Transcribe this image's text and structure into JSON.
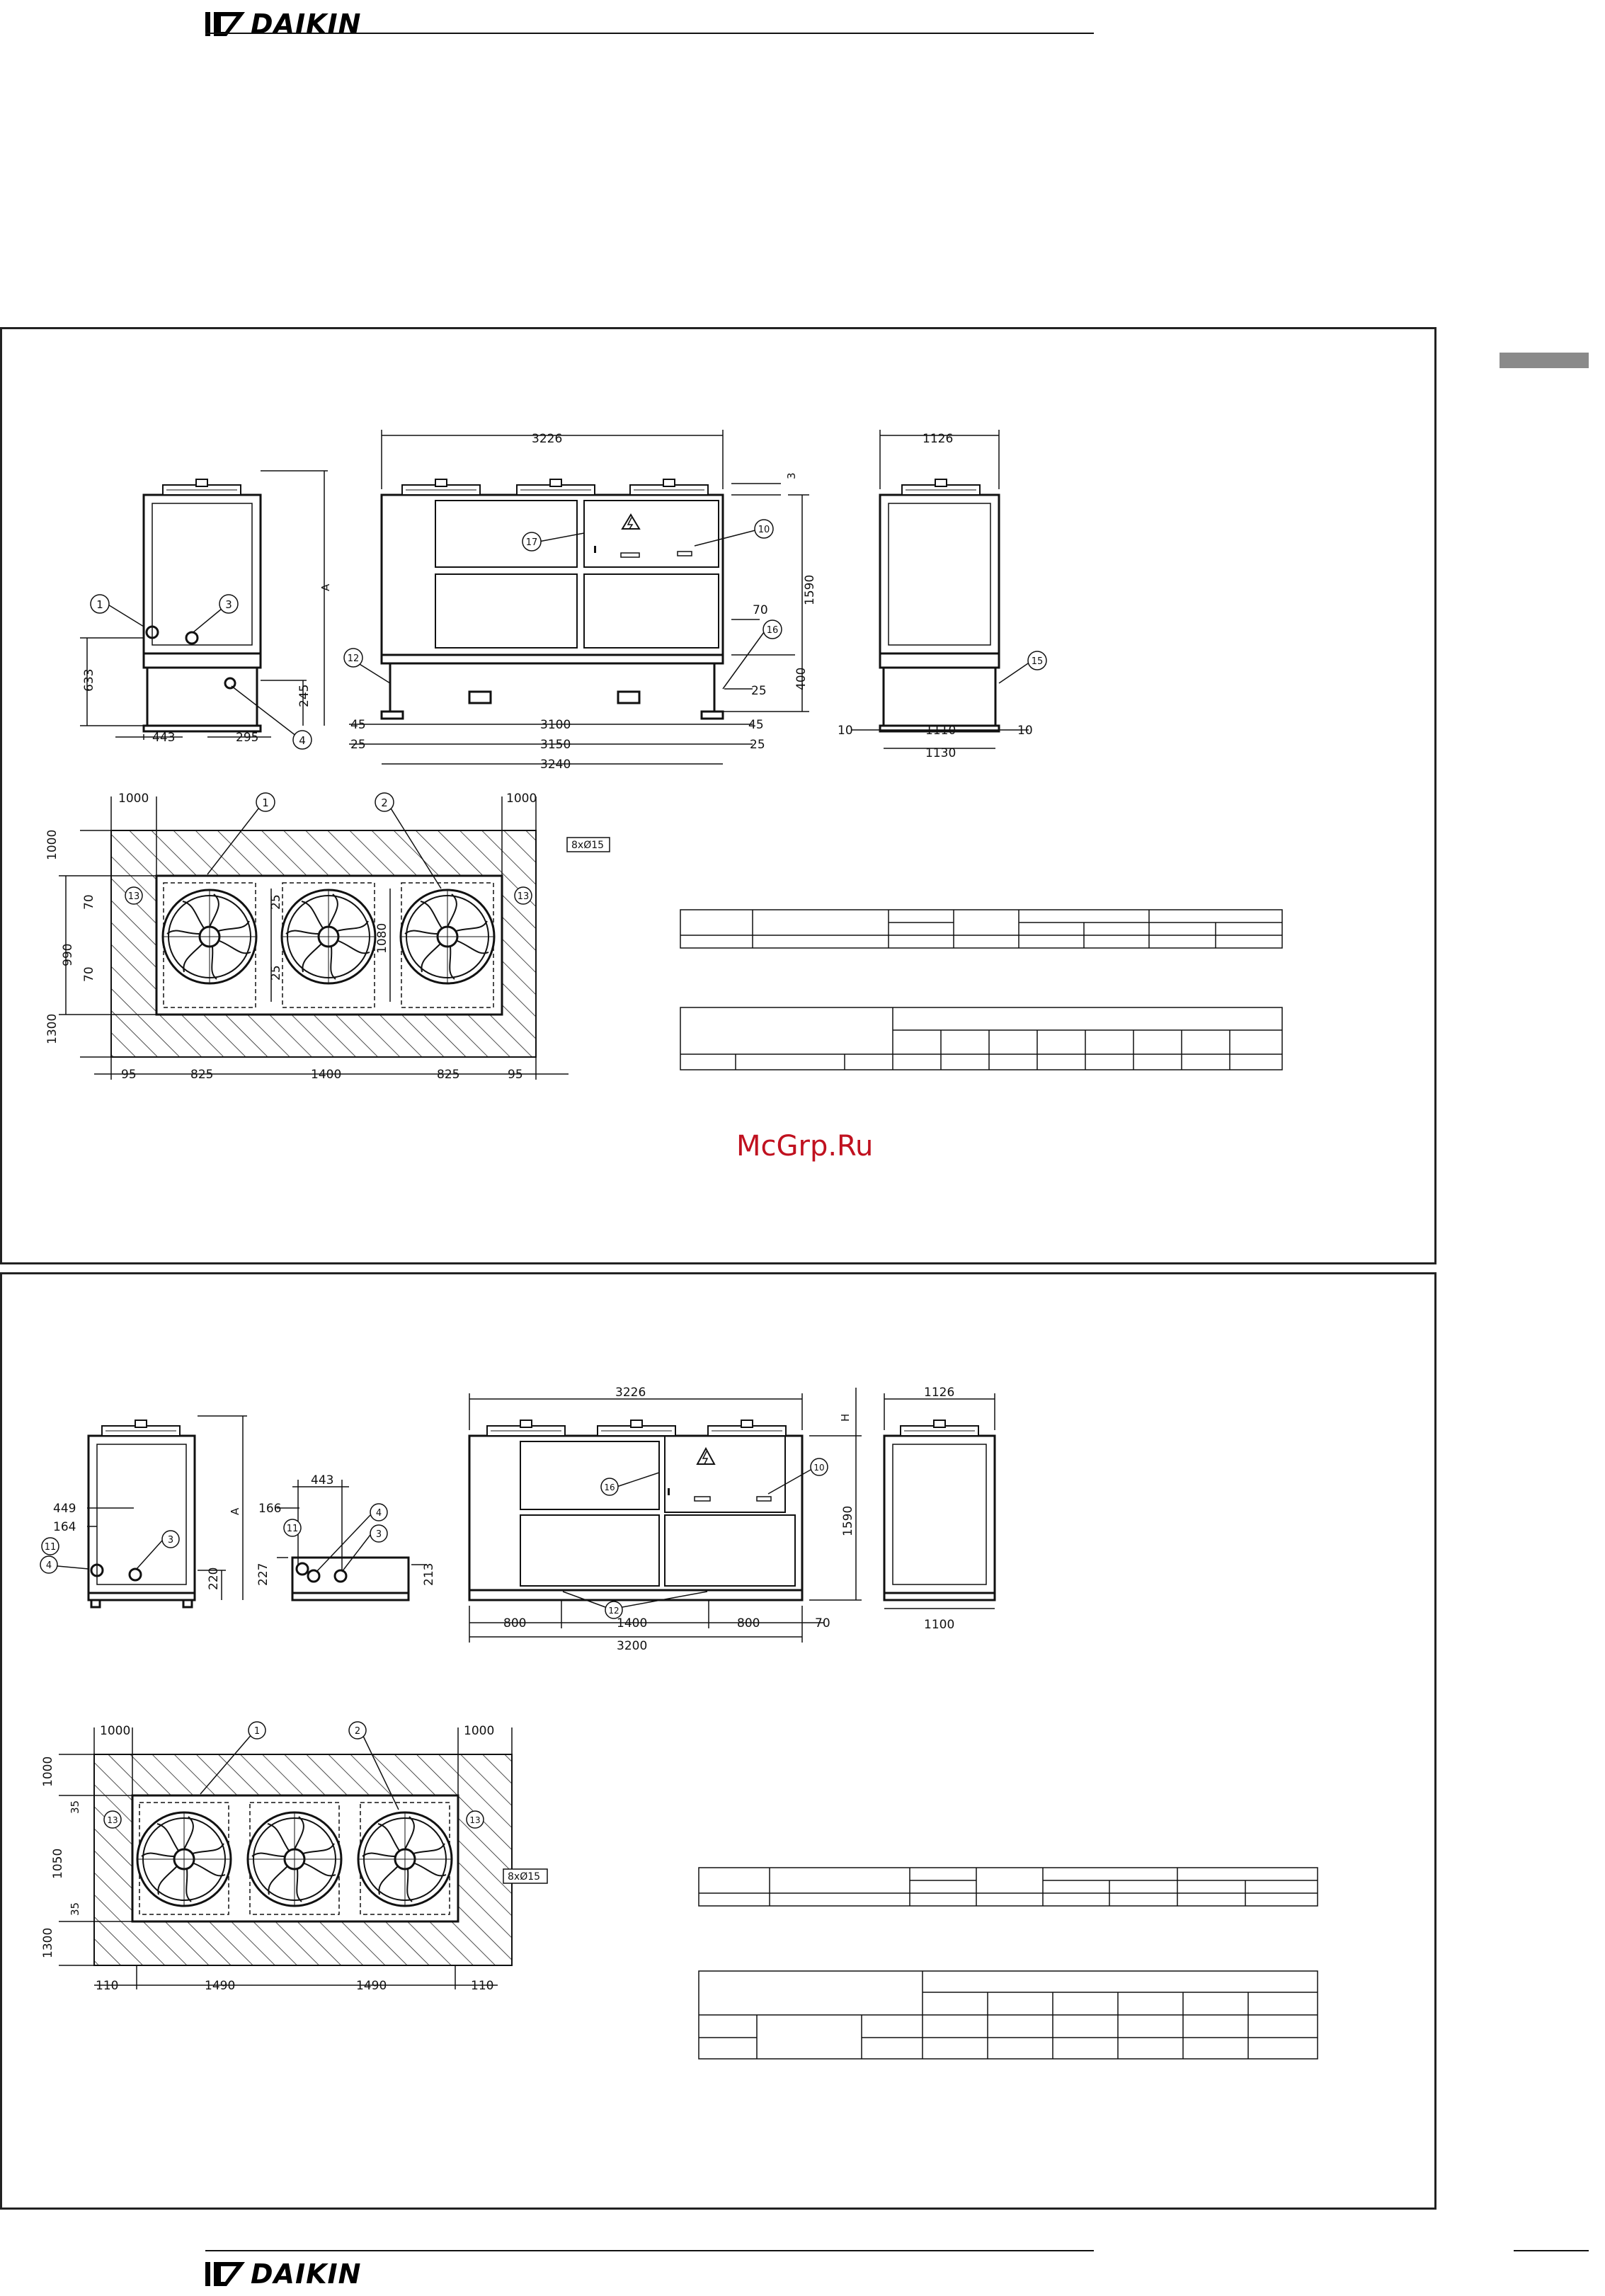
{
  "header": {
    "brand": "DAIKIN"
  },
  "footer": {
    "brand": "DAIKIN"
  },
  "watermark": "McGrp.Ru",
  "colors": {
    "accent": "#c0111f",
    "tab": "#8a8a8a",
    "line": "#111111"
  },
  "drawing1": {
    "dims": {
      "overall_width": "3226",
      "depth": "1126",
      "h_top": "3",
      "height": "1590",
      "dim_70": "70",
      "dim_400": "400",
      "dim_25": "25",
      "dim_45": "45",
      "dim_3100": "3100",
      "dim_3150": "3150",
      "dim_3240": "3240",
      "dim_10": "10",
      "dim_1110": "1110",
      "dim_1130": "1130",
      "dim_a": "A",
      "dim_633": "633",
      "dim_245": "245",
      "dim_443": "443",
      "dim_295": "295"
    },
    "plan": {
      "clear_left": "1000",
      "clear_right": "1000",
      "clear_top": "1000",
      "clear_bottom": "1300",
      "dim_990": "990",
      "dim_70": "70",
      "dim_25": "25",
      "dim_1080": "1080",
      "holes": "8xØ15",
      "b_95": "95",
      "b_825": "825",
      "b_1400": "1400"
    },
    "callouts": [
      "1",
      "2",
      "3",
      "4",
      "10",
      "12",
      "13",
      "15",
      "16",
      "17"
    ]
  },
  "drawing2": {
    "dims": {
      "overall_width": "3226",
      "depth": "1126",
      "h": "H",
      "height": "1590",
      "dim_1100": "1100",
      "dim_800": "800",
      "dim_1400": "1400",
      "dim_70": "70",
      "dim_3200": "3200",
      "dim_a": "A",
      "dim_449": "449",
      "dim_164": "164",
      "dim_220": "220",
      "dim_443": "443",
      "dim_166": "166",
      "dim_227": "227",
      "dim_213": "213"
    },
    "plan": {
      "clear_left": "1000",
      "clear_right": "1000",
      "clear_top": "1000",
      "clear_bottom": "1300",
      "dim_1050": "1050",
      "dim_35": "35",
      "holes": "8xØ15",
      "b_110": "110",
      "b_1490": "1490"
    },
    "callouts": [
      "1",
      "2",
      "3",
      "4",
      "10",
      "11",
      "12",
      "13",
      "16"
    ]
  }
}
